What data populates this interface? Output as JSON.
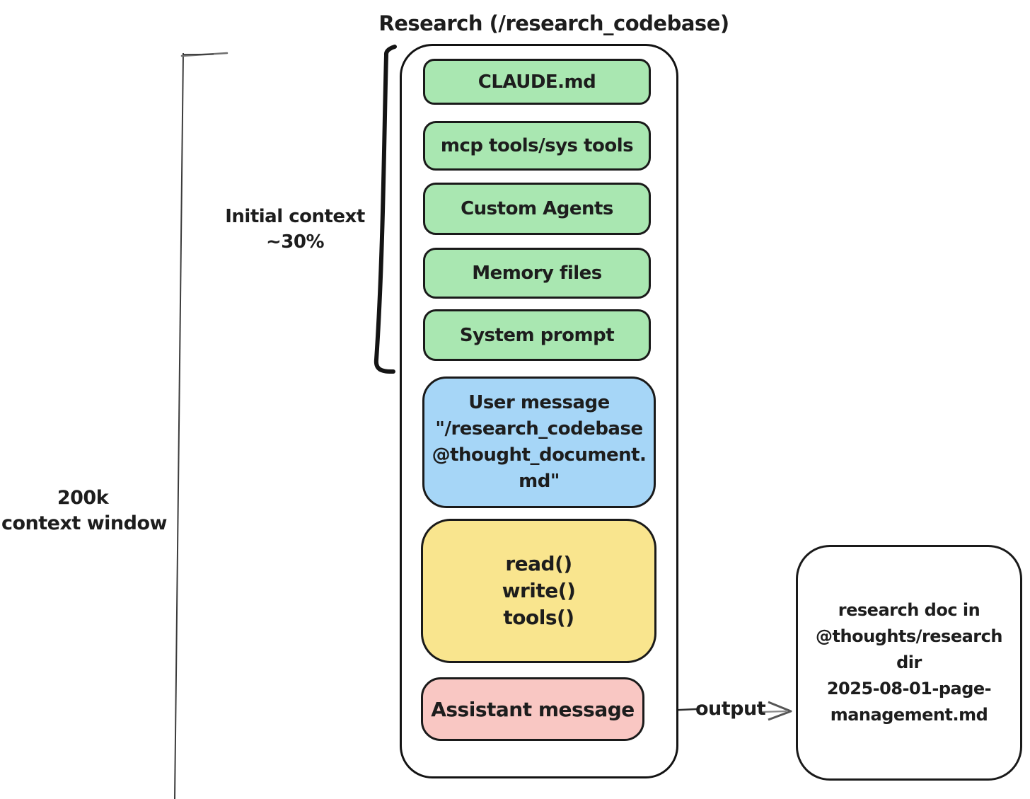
{
  "title": "Research (/research_codebase)",
  "left_axis": {
    "label_line1": "200k",
    "label_line2": "context window"
  },
  "bracket": {
    "label_line1": "Initial context",
    "label_line2": "~30%"
  },
  "context_stack": {
    "green_boxes": [
      "CLAUDE.md",
      "mcp tools/sys tools",
      "Custom Agents",
      "Memory files",
      "System prompt"
    ],
    "user_message": {
      "lines": [
        "User message",
        "\"/research_codebase",
        "@thought_document.",
        "md\""
      ]
    },
    "tool_calls": {
      "lines": [
        "read()",
        "write()",
        "tools()"
      ]
    },
    "assistant_message": "Assistant message"
  },
  "output": {
    "arrow_label": "output",
    "result_box_lines": [
      "research doc in",
      "@thoughts/research",
      "dir",
      "2025-08-01-page-",
      "management.md"
    ]
  },
  "colors": {
    "green": "#a9e7b1",
    "blue": "#a6d6f7",
    "yellow": "#f9e58e",
    "pink": "#f9c7c3",
    "ink": "#1d1d1d"
  }
}
